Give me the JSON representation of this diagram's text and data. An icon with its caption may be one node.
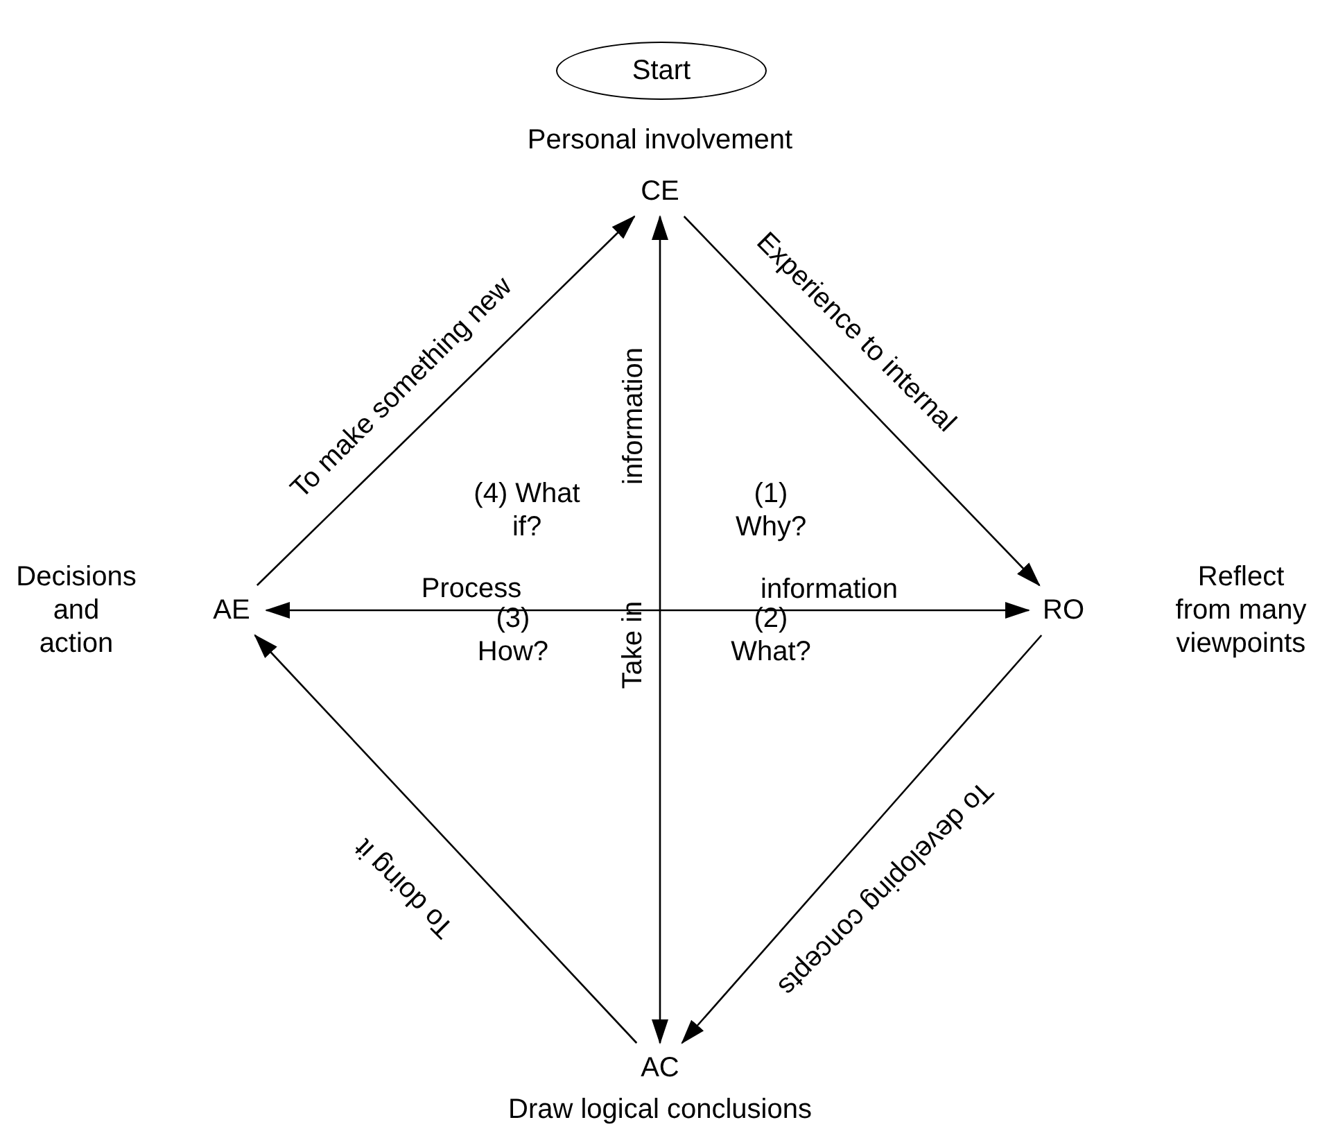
{
  "diagram": {
    "nodes": [
      {
        "text": [
          "Start"
        ]
      },
      {
        "text": [
          "CE"
        ],
        "beside": [
          "Personal involvement"
        ]
      },
      {
        "text": [
          "RO"
        ],
        "beside": [
          "Reflect from many viewpoints"
        ]
      },
      {
        "text": [
          "AC"
        ],
        "beside": [
          "Draw logical conclusions"
        ]
      },
      {
        "text": [
          "AE"
        ],
        "beside": [
          "Decisions and action"
        ]
      }
    ],
    "edges": [
      {
        "from": 1,
        "to": 2,
        "arrow": "to",
        "label": "Experience to internal"
      },
      {
        "from": 2,
        "to": 3,
        "arrow": "to",
        "label": "To developing concepts"
      },
      {
        "from": 3,
        "to": 4,
        "arrow": "to",
        "label": "To doing it"
      },
      {
        "from": 4,
        "to": 1,
        "arrow": "to",
        "label": "To make something new"
      },
      {
        "from": 4,
        "to": 2,
        "arrow": "both",
        "label": "Process"
      },
      {
        "from": 1,
        "to": 3,
        "arrow": "both",
        "label": "Take in"
      }
    ],
    "labels": [
      "(4) What if?",
      "information",
      "(1) Why?",
      "information",
      "(3) How?",
      "(2) What?"
    ]
  }
}
